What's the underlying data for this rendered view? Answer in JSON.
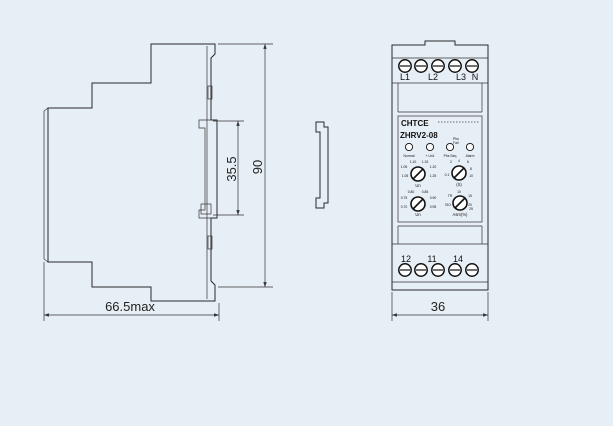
{
  "dimensions": {
    "depth": "66.5max",
    "height": "90",
    "rail": "35.5",
    "width": "36"
  },
  "front": {
    "top_terminals": [
      "L1",
      "L2",
      "L3",
      "N"
    ],
    "bottom_terminals": [
      "12",
      "11",
      "14"
    ],
    "brand": "CHTCE",
    "model": "ZHRV2-08",
    "leds": [
      "Normal",
      "+ Un1",
      "Phs Seq",
      "Alarm"
    ],
    "tiny_labels": [
      "Phs",
      "Fail"
    ],
    "knob1": {
      "ticks": [
        "1.10",
        "1.15",
        "1.20",
        "1.05",
        "1.25"
      ],
      "label": "Un"
    },
    "knob2": {
      "ticks": [
        "2",
        "4",
        "6",
        "0.1",
        "8",
        "10"
      ],
      "label": "(S)"
    },
    "knob3": {
      "ticks": [
        "0.80",
        "0.85",
        "0.75",
        "0.90",
        "0.70",
        "0.95"
      ],
      "label": "Un"
    },
    "knob4": {
      "ticks": [
        "10",
        "TR",
        "15",
        "ISO",
        "20",
        "25"
      ],
      "label": "Asm(%)"
    }
  }
}
